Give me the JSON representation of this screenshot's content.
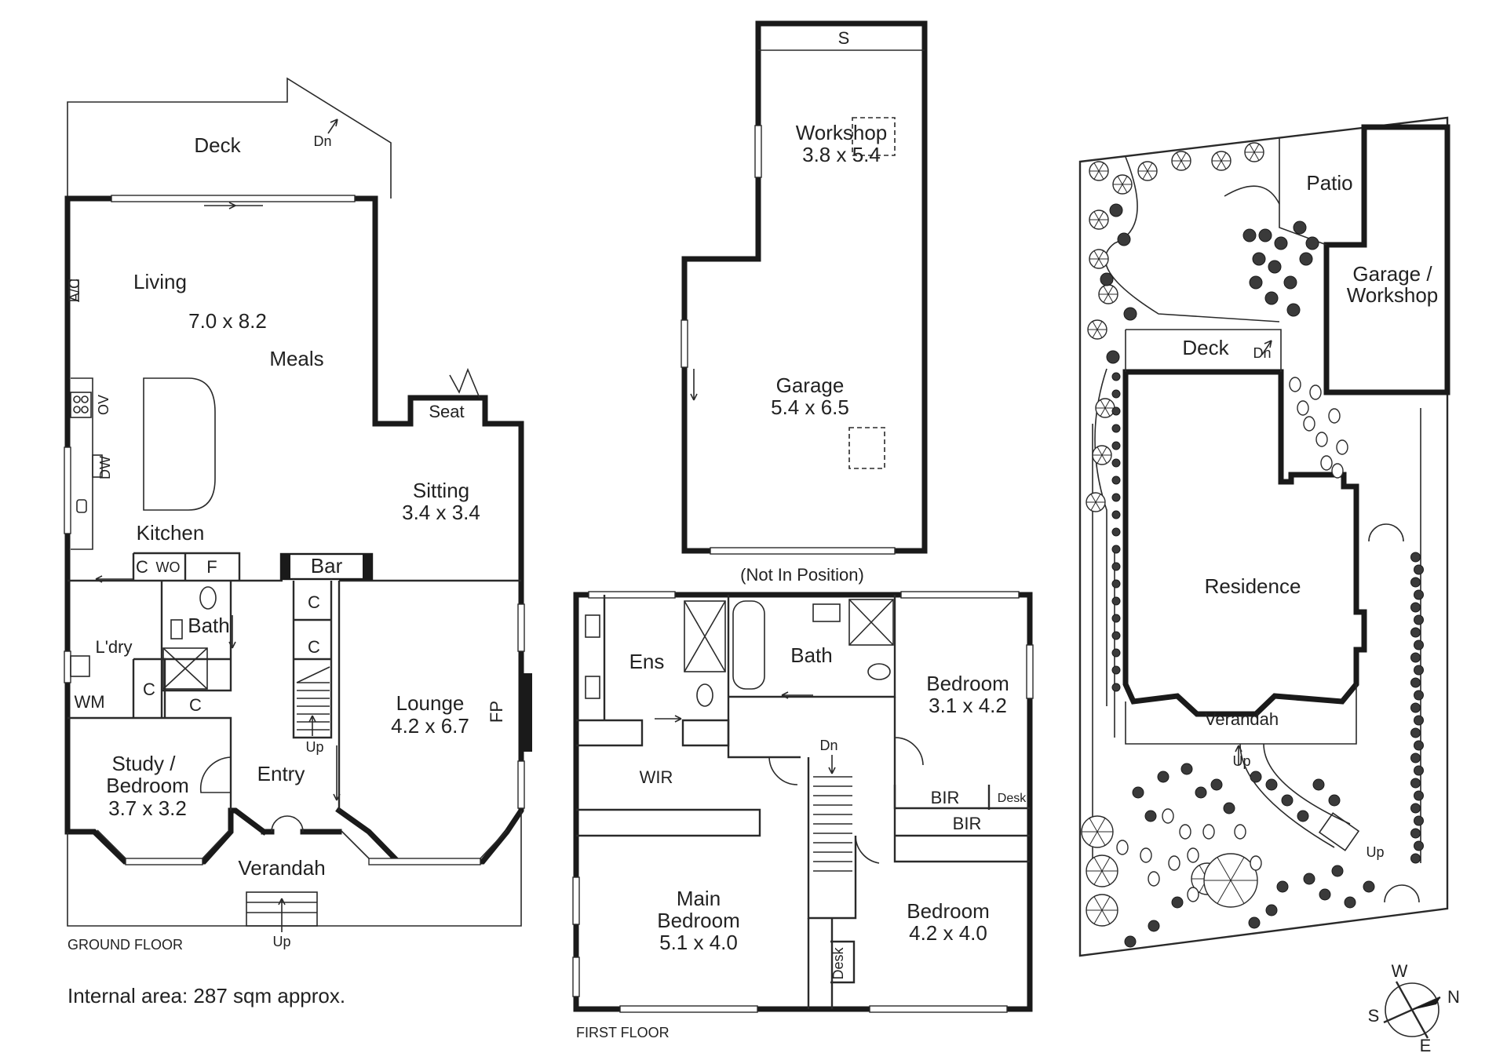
{
  "ground_floor": {
    "caption": "GROUND FLOOR",
    "internal_area": "Internal area: 287 sqm approx.",
    "rooms": {
      "deck": "Deck",
      "deck_dn": "Dn",
      "ac": "A/C",
      "living": "Living",
      "living_dim": "7.0 x 8.2",
      "meals": "Meals",
      "ov": "OV",
      "dw": "DW",
      "seat": "Seat",
      "sitting": "Sitting",
      "sitting_dim": "3.4 x 3.4",
      "kitchen": "Kitchen",
      "c_kitchen": "C",
      "wo": "WO",
      "f": "F",
      "bar": "Bar",
      "c_stair1": "C",
      "c_stair2": "C",
      "bath": "Bath",
      "ldry": "L'dry",
      "c_ldry": "C",
      "c_bath": "C",
      "wm": "WM",
      "lounge": "Lounge",
      "lounge_dim": "4.2 x 6.7",
      "fp": "FP",
      "stair_up": "Up",
      "study": "Study /",
      "study2": "Bedroom",
      "study_dim": "3.7 x 3.2",
      "entry": "Entry",
      "verandah": "Verandah",
      "verandah_up": "Up"
    }
  },
  "outbuilding": {
    "s": "S",
    "workshop": "Workshop",
    "workshop_dim": "3.8 x 5.4",
    "garage": "Garage",
    "garage_dim": "5.4 x 6.5",
    "note": "(Not In Position)"
  },
  "first_floor": {
    "caption": "FIRST FLOOR",
    "rooms": {
      "ens": "Ens",
      "bath": "Bath",
      "bedroom1": "Bedroom",
      "bedroom1_dim": "3.1 x 4.2",
      "wir": "WIR",
      "dn": "Dn",
      "bir1": "BIR",
      "desk1": "Desk",
      "bir2": "BIR",
      "main1": "Main",
      "main2": "Bedroom",
      "main_dim": "5.1 x 4.0",
      "bedroom2": "Bedroom",
      "bedroom2_dim": "4.2 x 4.0",
      "desk2": "Desk"
    }
  },
  "site_plan": {
    "patio": "Patio",
    "garage1": "Garage /",
    "garage2": "Workshop",
    "deck": "Deck",
    "deck_dn": "Dn",
    "residence": "Residence",
    "verandah": "Verandah",
    "verandah_up": "Up",
    "path_up": "Up"
  },
  "compass": {
    "w": "W",
    "n": "N",
    "s": "S",
    "e": "E"
  }
}
